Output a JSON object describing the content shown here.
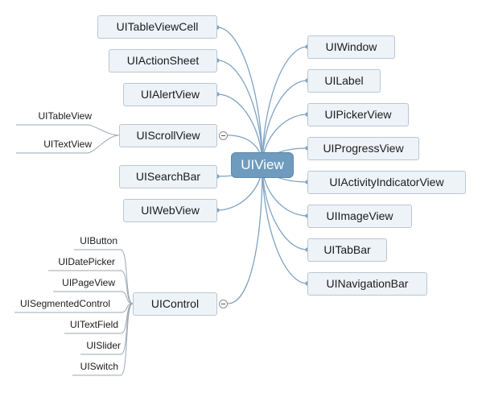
{
  "root": {
    "label": "UIView"
  },
  "left_nodes": [
    {
      "label": "UITableViewCell"
    },
    {
      "label": "UIActionSheet"
    },
    {
      "label": "UIAlertView"
    },
    {
      "label": "UIScrollView",
      "children": [
        "UITableView",
        "UITextView"
      ]
    },
    {
      "label": "UISearchBar"
    },
    {
      "label": "UIWebView"
    },
    {
      "label": "UIControl",
      "children": [
        "UIButton",
        "UIDatePicker",
        "UIPageView",
        "UISegmentedControl",
        "UITextField",
        "UISlider",
        "UISwitch"
      ]
    }
  ],
  "right_nodes": [
    {
      "label": "UIWindow"
    },
    {
      "label": "UILabel"
    },
    {
      "label": "UIPickerView"
    },
    {
      "label": "UIProgressView"
    },
    {
      "label": "UIActivityIndicatorView"
    },
    {
      "label": "UIImageView"
    },
    {
      "label": "UITabBar"
    },
    {
      "label": "UINavigationBar"
    }
  ],
  "colors": {
    "connector": "#7ea3c2",
    "leaf_line": "#9aa8b4",
    "root_fill": "#6e9bbe"
  }
}
